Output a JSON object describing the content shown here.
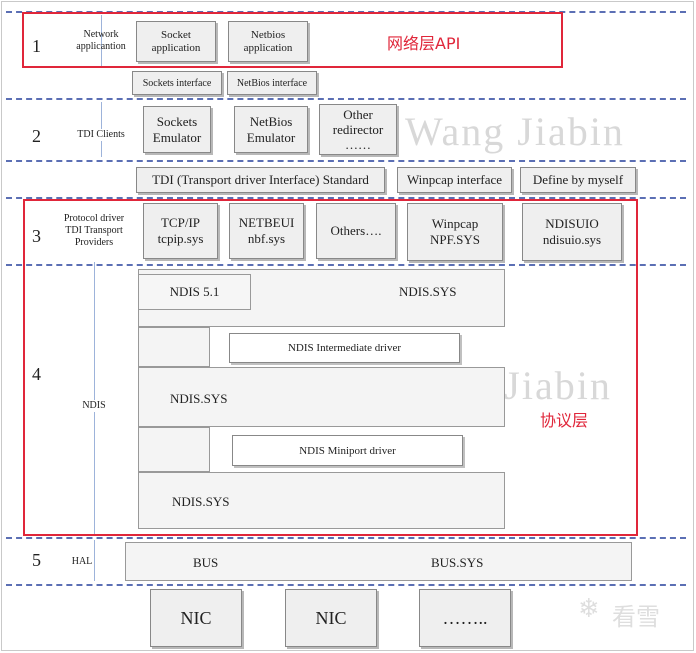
{
  "layers": {
    "l1": {
      "num": "1",
      "label": "Network applicantion"
    },
    "l2": {
      "num": "2",
      "label": "TDI Clients"
    },
    "l3": {
      "num": "3",
      "label": "Protocol driver TDI Transport Providers"
    },
    "l4": {
      "num": "4",
      "label": "NDIS"
    },
    "l5": {
      "num": "5",
      "label": "HAL"
    }
  },
  "boxes": {
    "socket_app": "Socket application",
    "netbios_app": "Netbios application",
    "sockets_interface": "Sockets interface",
    "netbios_interface": "NetBios interface",
    "sockets_emulator": "Sockets Emulator",
    "netbios_emulator": "NetBios Emulator",
    "other_redirector": "Other redirector ……",
    "tdi_standard": "TDI (Transport driver Interface) Standard",
    "winpcap_interface": "Winpcap interface",
    "define_by_myself": "Define by myself",
    "tcpip": "TCP/IP tcpip.sys",
    "netbeui": "NETBEUI nbf.sys",
    "others": "Others….",
    "winpcap_npf": "Winpcap NPF.SYS",
    "ndisuio": "NDISUIO ndisuio.sys",
    "ndis51": "NDIS 5.1",
    "ndis_sys_top": "NDIS.SYS",
    "ndis_intermediate": "NDIS Intermediate driver",
    "ndis_sys_mid": "NDIS.SYS",
    "ndis_miniport": "NDIS Miniport driver",
    "ndis_sys_bottom": "NDIS.SYS",
    "bus": "BUS",
    "bus_sys": "BUS.SYS",
    "nic1": "NIC",
    "nic2": "NIC",
    "nic_more": "……..",
    "watermark_1": "Wang Jiabin",
    "watermark_2": "Wang Jiabin"
  },
  "annotations": {
    "network_layer_api": "网络层API",
    "protocol_layer": "协议层",
    "site_watermark": "看雪"
  },
  "colors": {
    "highlight_red": "#e0263a",
    "dash_blue": "#5b6fb4",
    "box_fill": "#efefef"
  }
}
